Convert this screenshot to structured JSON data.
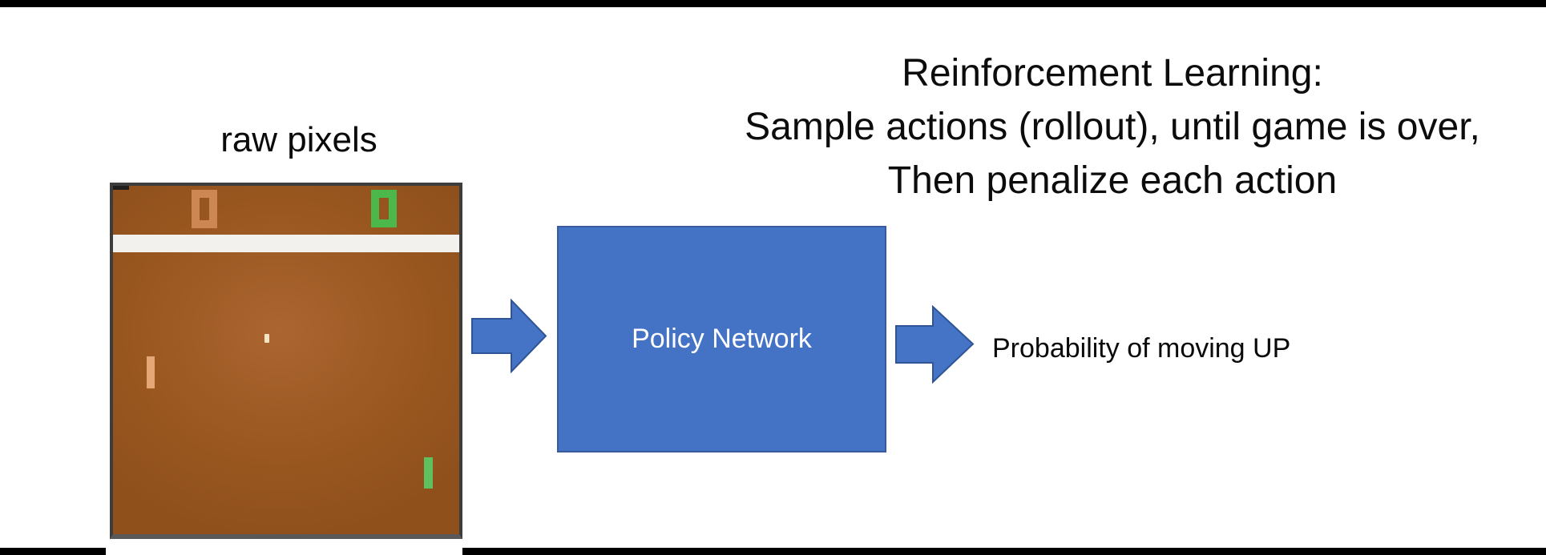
{
  "title": {
    "lines": [
      "Reinforcement Learning:",
      "Sample actions (rollout), until game is over,",
      "Then penalize each action"
    ]
  },
  "pipeline": {
    "input_image_label": "raw pixels",
    "policy_box_label": "Policy Network",
    "output_label": "Probability of moving UP"
  },
  "game_screen": {
    "left_score": "0",
    "right_score": "0"
  },
  "colors": {
    "accent_blue": "#4472c4",
    "accent_blue_border": "#2f5597",
    "field_brown": "#9b5820",
    "frame_border_gray": "#3d3d3d",
    "score_orange": "#cd8753",
    "score_green": "#4cb84c",
    "paddle_tan": "#e5a775",
    "paddle_green": "#5ec05e",
    "ball_cream": "#f4e4c2",
    "divider_white": "#f2f1ee",
    "bar_black": "#000000",
    "text_black": "#0c0c0c",
    "policy_text_white": "#ffffff"
  }
}
